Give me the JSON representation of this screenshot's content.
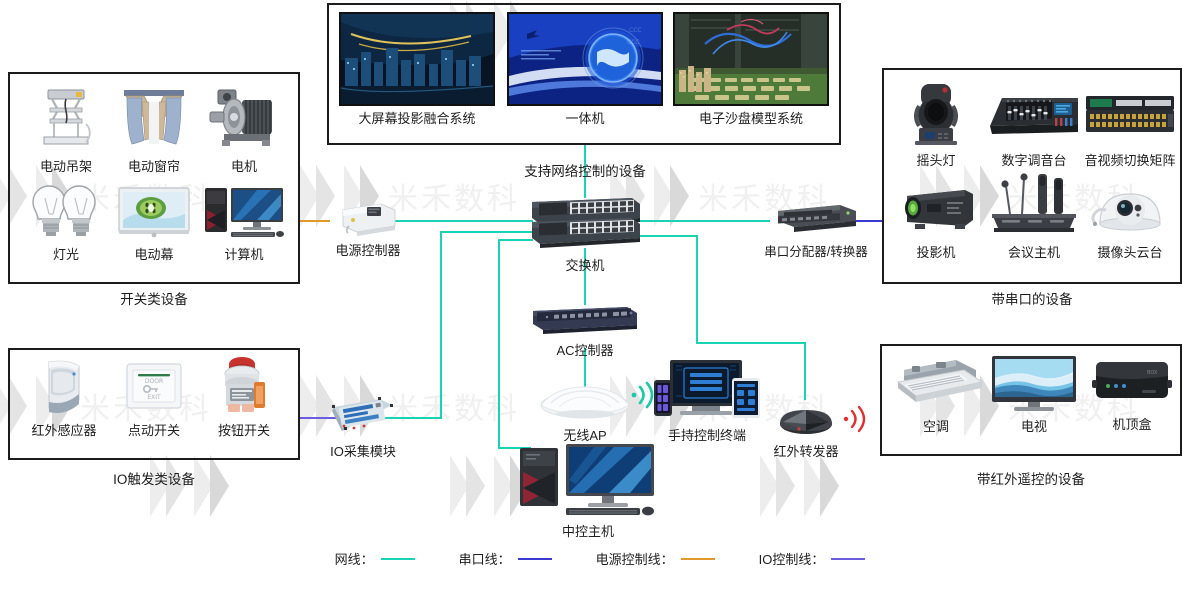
{
  "watermark": {
    "text": "米禾数科"
  },
  "colors": {
    "network_cable": "#19d3b5",
    "serial_cable": "#3a3ad0",
    "power_cable": "#e09a2b",
    "io_cable": "#6a5de0",
    "border": "#1c1c1c",
    "ir_signal": "#e03030",
    "wifi_signal": "#19c9a8"
  },
  "groups": {
    "switch_devices": {
      "caption": "开关类设备",
      "items": [
        {
          "label": "电动吊架",
          "icon": "motorized-hanger-icon"
        },
        {
          "label": "电动窗帘",
          "icon": "motorized-curtain-icon"
        },
        {
          "label": "电机",
          "icon": "electric-motor-icon"
        },
        {
          "label": "灯光",
          "icon": "light-bulb-icon"
        },
        {
          "label": "电动幕",
          "icon": "projection-screen-icon"
        },
        {
          "label": "计算机",
          "icon": "computer-icon"
        }
      ]
    },
    "network_devices": {
      "caption": "支持网络控制的设备",
      "items": [
        {
          "label": "大屏幕投影融合系统",
          "icon": "large-screen-projection-icon"
        },
        {
          "label": "一体机",
          "icon": "all-in-one-machine-icon"
        },
        {
          "label": "电子沙盘模型系统",
          "icon": "electronic-sandtable-icon"
        }
      ]
    },
    "serial_devices": {
      "caption": "带串口的设备",
      "items": [
        {
          "label": "摇头灯",
          "icon": "moving-head-light-icon"
        },
        {
          "label": "数字调音台",
          "icon": "digital-mixer-icon"
        },
        {
          "label": "音视频切换矩阵",
          "icon": "av-matrix-switcher-icon"
        },
        {
          "label": "投影机",
          "icon": "projector-icon"
        },
        {
          "label": "会议主机",
          "icon": "conference-host-icon"
        },
        {
          "label": "摄像头云台",
          "icon": "ptz-camera-icon"
        }
      ]
    },
    "io_devices": {
      "caption": "IO触发类设备",
      "items": [
        {
          "label": "红外感应器",
          "icon": "infrared-sensor-icon"
        },
        {
          "label": "点动开关",
          "icon": "door-exit-switch-icon"
        },
        {
          "label": "按钮开关",
          "icon": "push-button-switch-icon"
        }
      ]
    },
    "ir_devices": {
      "caption": "带红外遥控的设备",
      "items": [
        {
          "label": "空调",
          "icon": "air-conditioner-icon"
        },
        {
          "label": "电视",
          "icon": "television-icon"
        },
        {
          "label": "机顶盒",
          "icon": "set-top-box-icon"
        }
      ]
    }
  },
  "nodes": {
    "power_controller": {
      "label": "电源控制器",
      "icon": "power-controller-icon"
    },
    "switch": {
      "label": "交换机",
      "icon": "network-switch-icon"
    },
    "serial_splitter": {
      "label": "串口分配器/转换器",
      "icon": "serial-splitter-icon"
    },
    "io_module": {
      "label": "IO采集模块",
      "icon": "io-acquisition-module-icon"
    },
    "ac_controller": {
      "label": "AC控制器",
      "icon": "ac-controller-icon"
    },
    "wireless_ap": {
      "label": "无线AP",
      "icon": "wireless-ap-icon"
    },
    "handheld_terminal": {
      "label": "手持控制终端",
      "icon": "handheld-terminal-icon"
    },
    "ir_transponder": {
      "label": "红外转发器",
      "icon": "ir-transponder-icon"
    },
    "control_host": {
      "label": "中控主机",
      "icon": "control-host-icon"
    }
  },
  "legend": {
    "items": [
      {
        "label": "网线：",
        "color": "#19d3b5",
        "name": "network-cable"
      },
      {
        "label": "串口线：",
        "color": "#3a3ad0",
        "name": "serial-cable"
      },
      {
        "label": "电源控制线：",
        "color": "#e09a2b",
        "name": "power-control-cable"
      },
      {
        "label": "IO控制线：",
        "color": "#6a5de0",
        "name": "io-control-cable"
      }
    ]
  }
}
